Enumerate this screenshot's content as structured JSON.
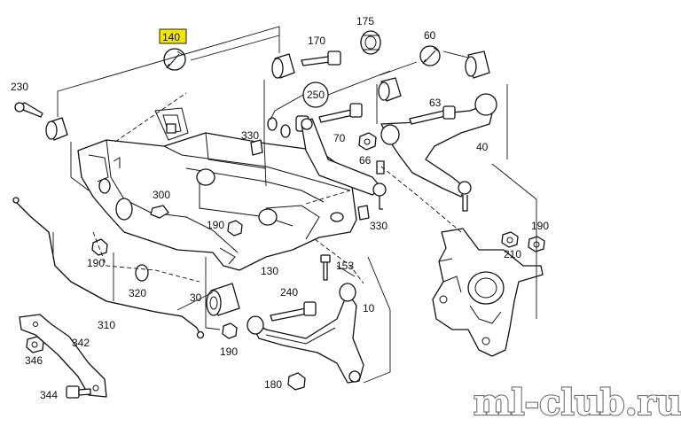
{
  "labels": {
    "p140": "140",
    "p175": "175",
    "p170": "170",
    "p60": "60",
    "p230": "230",
    "p250": "250",
    "p63": "63",
    "p330a": "330",
    "p70": "70",
    "p40": "40",
    "p66": "66",
    "p300": "300",
    "p190a": "190",
    "p330b": "330",
    "p190b": "190",
    "p153": "153",
    "p190c": "190",
    "p210": "210",
    "p130": "130",
    "p320": "320",
    "p30": "30",
    "p240": "240",
    "p10": "10",
    "p310": "310",
    "p342": "342",
    "p346": "346",
    "p190d": "190",
    "p180": "180",
    "p344": "344"
  },
  "watermark": "ml-club.ru",
  "icons": {
    "service_tool": "wrench-circle-icon",
    "set_bracket": "wrench-bracket-icon"
  },
  "colors": {
    "highlight": "#f2e600",
    "line": "#111111",
    "watermark_outline": "#6f6f6f"
  }
}
